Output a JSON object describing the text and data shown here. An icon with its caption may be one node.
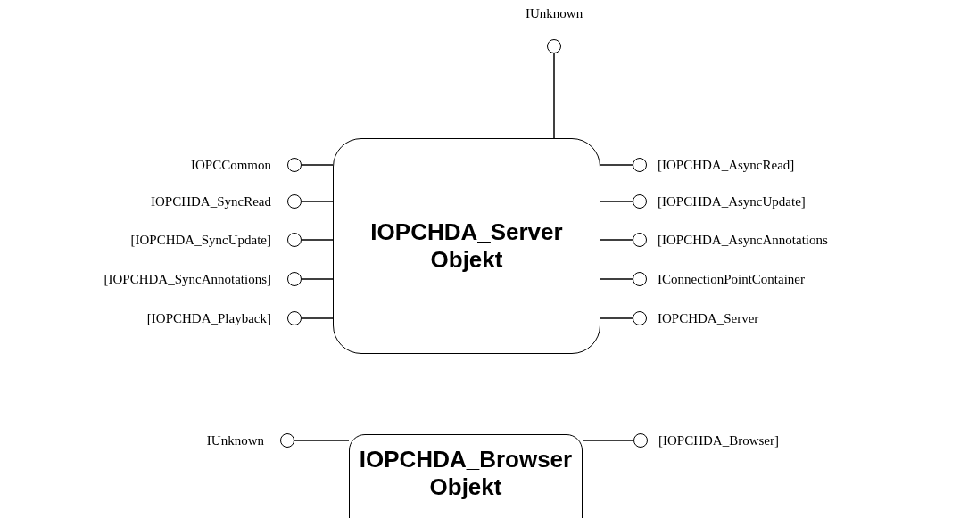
{
  "diagram": {
    "nodes": [
      {
        "text": [
          "IOPCHDA_Server Objekt"
        ]
      },
      {
        "text": [],
        "shape": "circle",
        "beside": [
          "IUnknown"
        ]
      },
      {
        "text": [],
        "shape": "circle",
        "beside": [
          "IOPCCommon"
        ]
      },
      {
        "text": [],
        "shape": "circle",
        "beside": [
          "IOPCHDA_SyncRead"
        ]
      },
      {
        "text": [],
        "shape": "circle",
        "beside": [
          "[IOPCHDA_SyncUpdate]"
        ]
      },
      {
        "text": [],
        "shape": "circle",
        "beside": [
          "[IOPCHDA_SyncAnnotations]"
        ]
      },
      {
        "text": [],
        "shape": "circle",
        "beside": [
          "[IOPCHDA_Playback]"
        ]
      },
      {
        "text": [],
        "shape": "circle",
        "beside": [
          "[IOPCHDA_AsyncRead]"
        ]
      },
      {
        "text": [],
        "shape": "circle",
        "beside": [
          "[IOPCHDA_AsyncUpdate]"
        ]
      },
      {
        "text": [],
        "shape": "circle",
        "beside": [
          "[IOPCHDA_AsyncAnnotations"
        ]
      },
      {
        "text": [],
        "shape": "circle",
        "beside": [
          "IConnectionPointContainer"
        ]
      },
      {
        "text": [],
        "shape": "circle",
        "beside": [
          "IOPCHDA_Server"
        ]
      },
      {
        "text": [
          "IOPCHDA_Browser Objekt"
        ]
      },
      {
        "text": [],
        "shape": "circle",
        "beside": [
          "IUnknown"
        ]
      },
      {
        "text": [],
        "shape": "circle",
        "beside": [
          "[IOPCHDA_Browser]"
        ]
      }
    ],
    "edges": [
      {
        "from": 0,
        "to": 1,
        "arrow": "none"
      },
      {
        "from": 0,
        "to": 2,
        "arrow": "none"
      },
      {
        "from": 0,
        "to": 3,
        "arrow": "none"
      },
      {
        "from": 0,
        "to": 4,
        "arrow": "none"
      },
      {
        "from": 0,
        "to": 5,
        "arrow": "none"
      },
      {
        "from": 0,
        "to": 6,
        "arrow": "none"
      },
      {
        "from": 0,
        "to": 7,
        "arrow": "none"
      },
      {
        "from": 0,
        "to": 8,
        "arrow": "none"
      },
      {
        "from": 0,
        "to": 9,
        "arrow": "none"
      },
      {
        "from": 0,
        "to": 10,
        "arrow": "none"
      },
      {
        "from": 0,
        "to": 11,
        "arrow": "none"
      },
      {
        "from": 12,
        "to": 13,
        "arrow": "none"
      },
      {
        "from": 12,
        "to": 14,
        "arrow": "none"
      }
    ]
  }
}
